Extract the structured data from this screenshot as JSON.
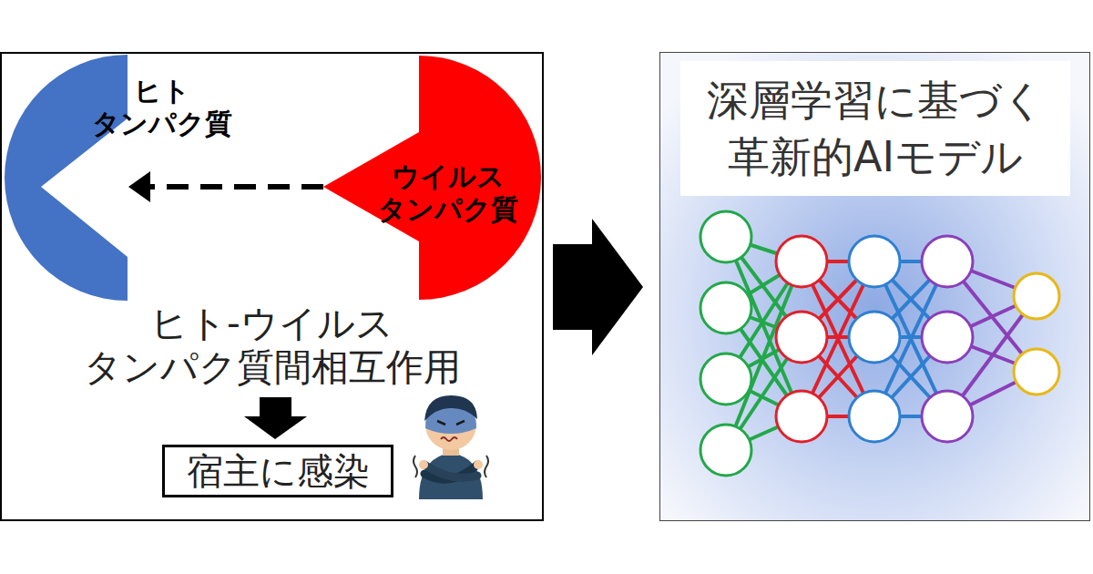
{
  "diagram": {
    "nodes": [
      {
        "text": [
          "ヒト-ウイルス タンパク質間相互作用"
        ]
      },
      {
        "text": [
          "ヒト タンパク質"
        ],
        "in": 0
      },
      {
        "text": [
          "ウイルス タンパク質"
        ],
        "in": 0
      },
      {
        "text": [
          "宿主に感染"
        ],
        "in": 0
      },
      {
        "text": [
          "深層学習に基づく 革新的AIモデル"
        ]
      }
    ],
    "edges": [
      {
        "from": 2,
        "to": 1,
        "arrow": "to"
      },
      {
        "from": 0,
        "to": 4,
        "arrow": "to"
      }
    ]
  }
}
